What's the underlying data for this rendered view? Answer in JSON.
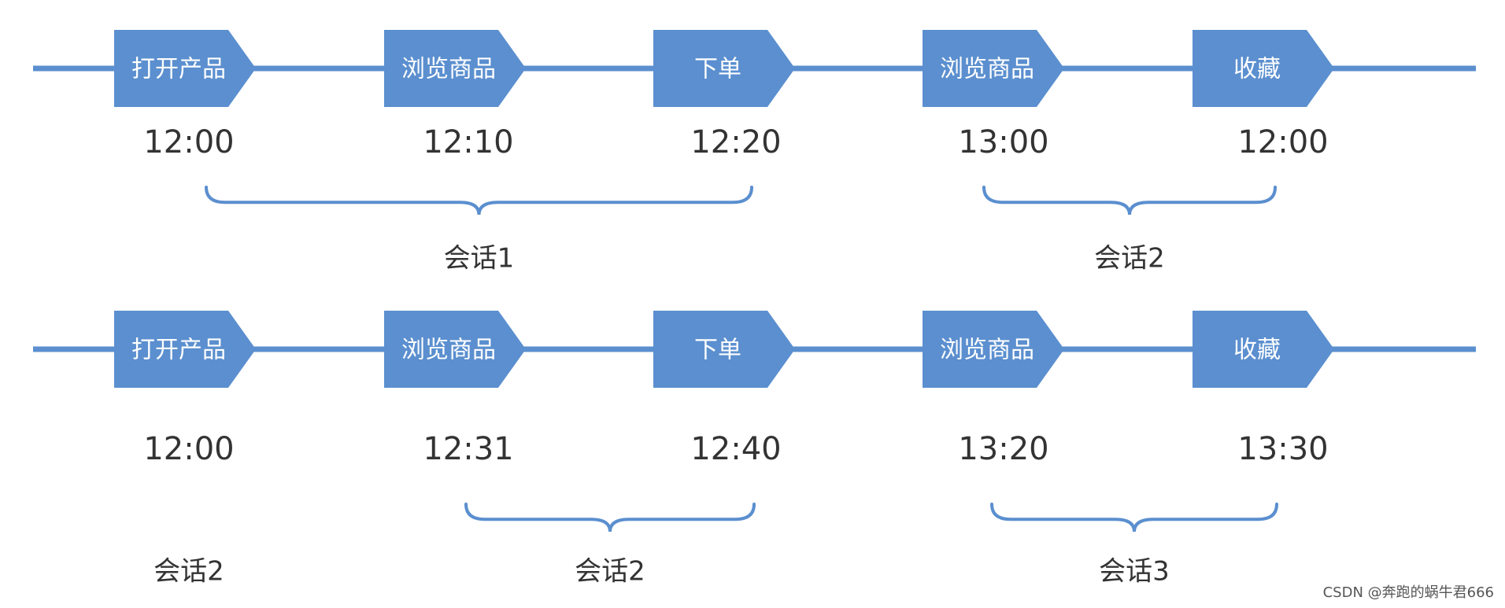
{
  "colors": {
    "accent": "#5b8fcf",
    "line": "#5b8fcf",
    "text": "#333333",
    "event_text": "#ffffff"
  },
  "rows": [
    {
      "events": [
        {
          "label": "打开产品",
          "time": "12:00"
        },
        {
          "label": "浏览商品",
          "time": "12:10"
        },
        {
          "label": "下单",
          "time": "12:20"
        },
        {
          "label": "浏览商品",
          "time": "13:00"
        },
        {
          "label": "收藏",
          "time": "12:00"
        }
      ],
      "sessions": [
        {
          "label": "会话1",
          "from_event": 0,
          "to_event": 2
        },
        {
          "label": "会话2",
          "from_event": 3,
          "to_event": 4
        }
      ],
      "standalone_sessions": []
    },
    {
      "events": [
        {
          "label": "打开产品",
          "time": "12:00"
        },
        {
          "label": "浏览商品",
          "time": "12:31"
        },
        {
          "label": "下单",
          "time": "12:40"
        },
        {
          "label": "浏览商品",
          "time": "13:20"
        },
        {
          "label": "收藏",
          "time": "13:30"
        }
      ],
      "sessions": [
        {
          "label": "会话2",
          "from_event": 1,
          "to_event": 2
        },
        {
          "label": "会话3",
          "from_event": 3,
          "to_event": 4
        }
      ],
      "standalone_sessions": [
        {
          "label": "会话2",
          "under_event": 0
        }
      ]
    }
  ],
  "watermark": "CSDN @奔跑的蜗牛君666"
}
